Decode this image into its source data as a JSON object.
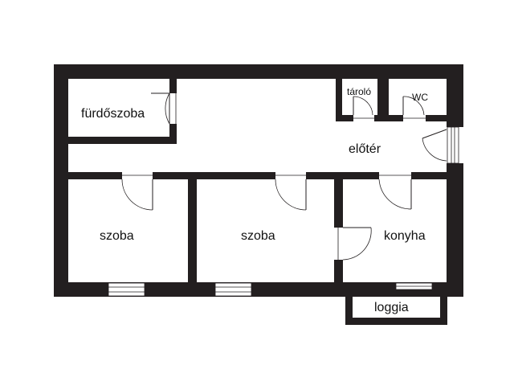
{
  "plan": {
    "rooms": [
      {
        "id": "bathroom",
        "label": "fürdőszoba"
      },
      {
        "id": "storage",
        "label": "tároló"
      },
      {
        "id": "wc",
        "label": "WC"
      },
      {
        "id": "hallway",
        "label": "előtér"
      },
      {
        "id": "room1",
        "label": "szoba"
      },
      {
        "id": "room2",
        "label": "szoba"
      },
      {
        "id": "kitchen",
        "label": "konyha"
      },
      {
        "id": "loggia",
        "label": "loggia"
      }
    ],
    "colors": {
      "wall": "#231f20",
      "background": "#ffffff",
      "text": "#111111"
    }
  }
}
